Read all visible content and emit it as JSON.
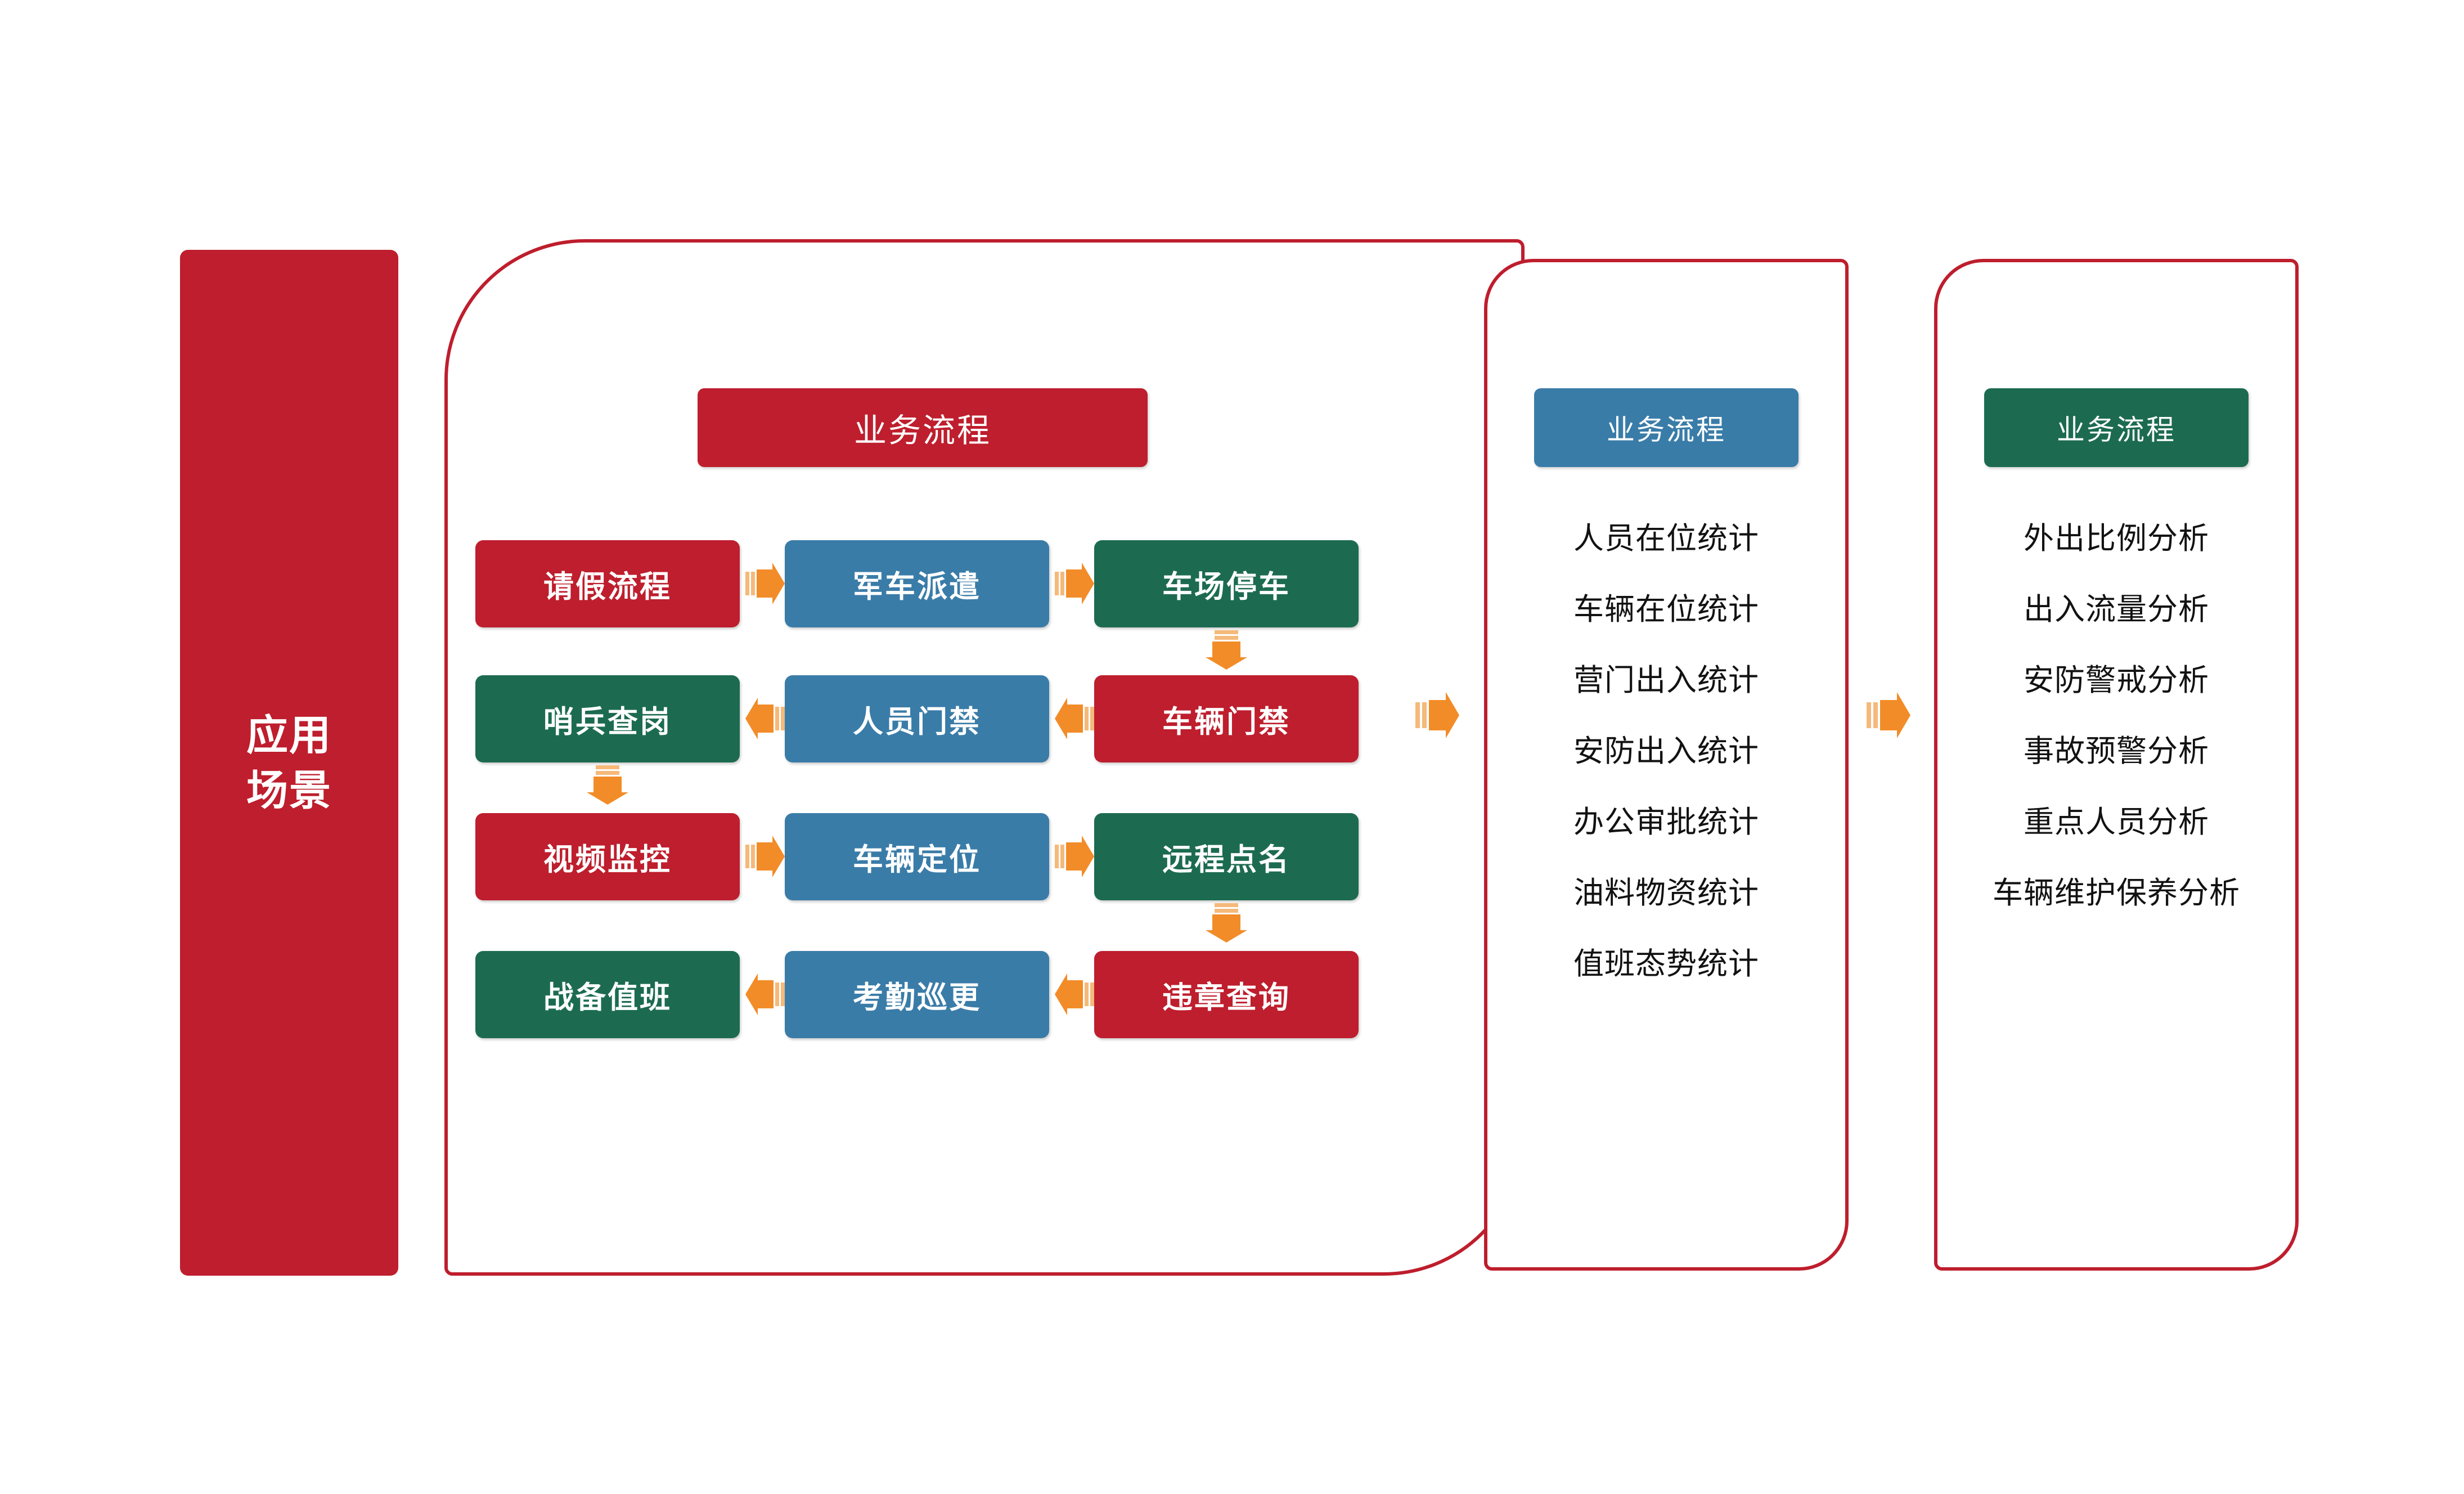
{
  "banner": {
    "label": "应用\n场景",
    "color": "#BE1E2D"
  },
  "colors": {
    "red": "#BE1E2D",
    "blue": "#3A7CA8",
    "green": "#1C6B51",
    "orange": "#F28C28",
    "outline": "#BE1E2D"
  },
  "flow_panel": {
    "title": "业务流程",
    "rows": [
      {
        "direction": "right",
        "nodes": [
          {
            "label": "请假流程",
            "color": "red"
          },
          {
            "label": "军车派遣",
            "color": "blue"
          },
          {
            "label": "车场停车",
            "color": "green"
          }
        ]
      },
      {
        "direction": "left",
        "nodes": [
          {
            "label": "哨兵查岗",
            "color": "green"
          },
          {
            "label": "人员门禁",
            "color": "blue"
          },
          {
            "label": "车辆门禁",
            "color": "red"
          }
        ]
      },
      {
        "direction": "right",
        "nodes": [
          {
            "label": "视频监控",
            "color": "red"
          },
          {
            "label": "车辆定位",
            "color": "blue"
          },
          {
            "label": "远程点名",
            "color": "green"
          }
        ]
      },
      {
        "direction": "left",
        "nodes": [
          {
            "label": "战备值班",
            "color": "green"
          },
          {
            "label": "考勤巡更",
            "color": "blue"
          },
          {
            "label": "违章查询",
            "color": "red"
          }
        ]
      }
    ],
    "connectors": {
      "down_right_1": "down-arrow-icon",
      "down_left_2": "down-arrow-icon",
      "down_right_3": "down-arrow-icon"
    }
  },
  "stats_panel": {
    "title": "业务流程",
    "title_color": "#3A7CA8",
    "items": [
      "人员在位统计",
      "车辆在位统计",
      "营门出入统计",
      "安防出入统计",
      "办公审批统计",
      "油料物资统计",
      "值班态势统计"
    ]
  },
  "analysis_panel": {
    "title": "业务流程",
    "title_color": "#1C6B51",
    "items": [
      "外出比例分析",
      "出入流量分析",
      "安防警戒分析",
      "事故预警分析",
      "重点人员分析",
      "车辆维护保养分析"
    ]
  },
  "big_arrows": {
    "flow_to_stats": "right-arrow-icon",
    "stats_to_analysis": "right-arrow-icon"
  }
}
